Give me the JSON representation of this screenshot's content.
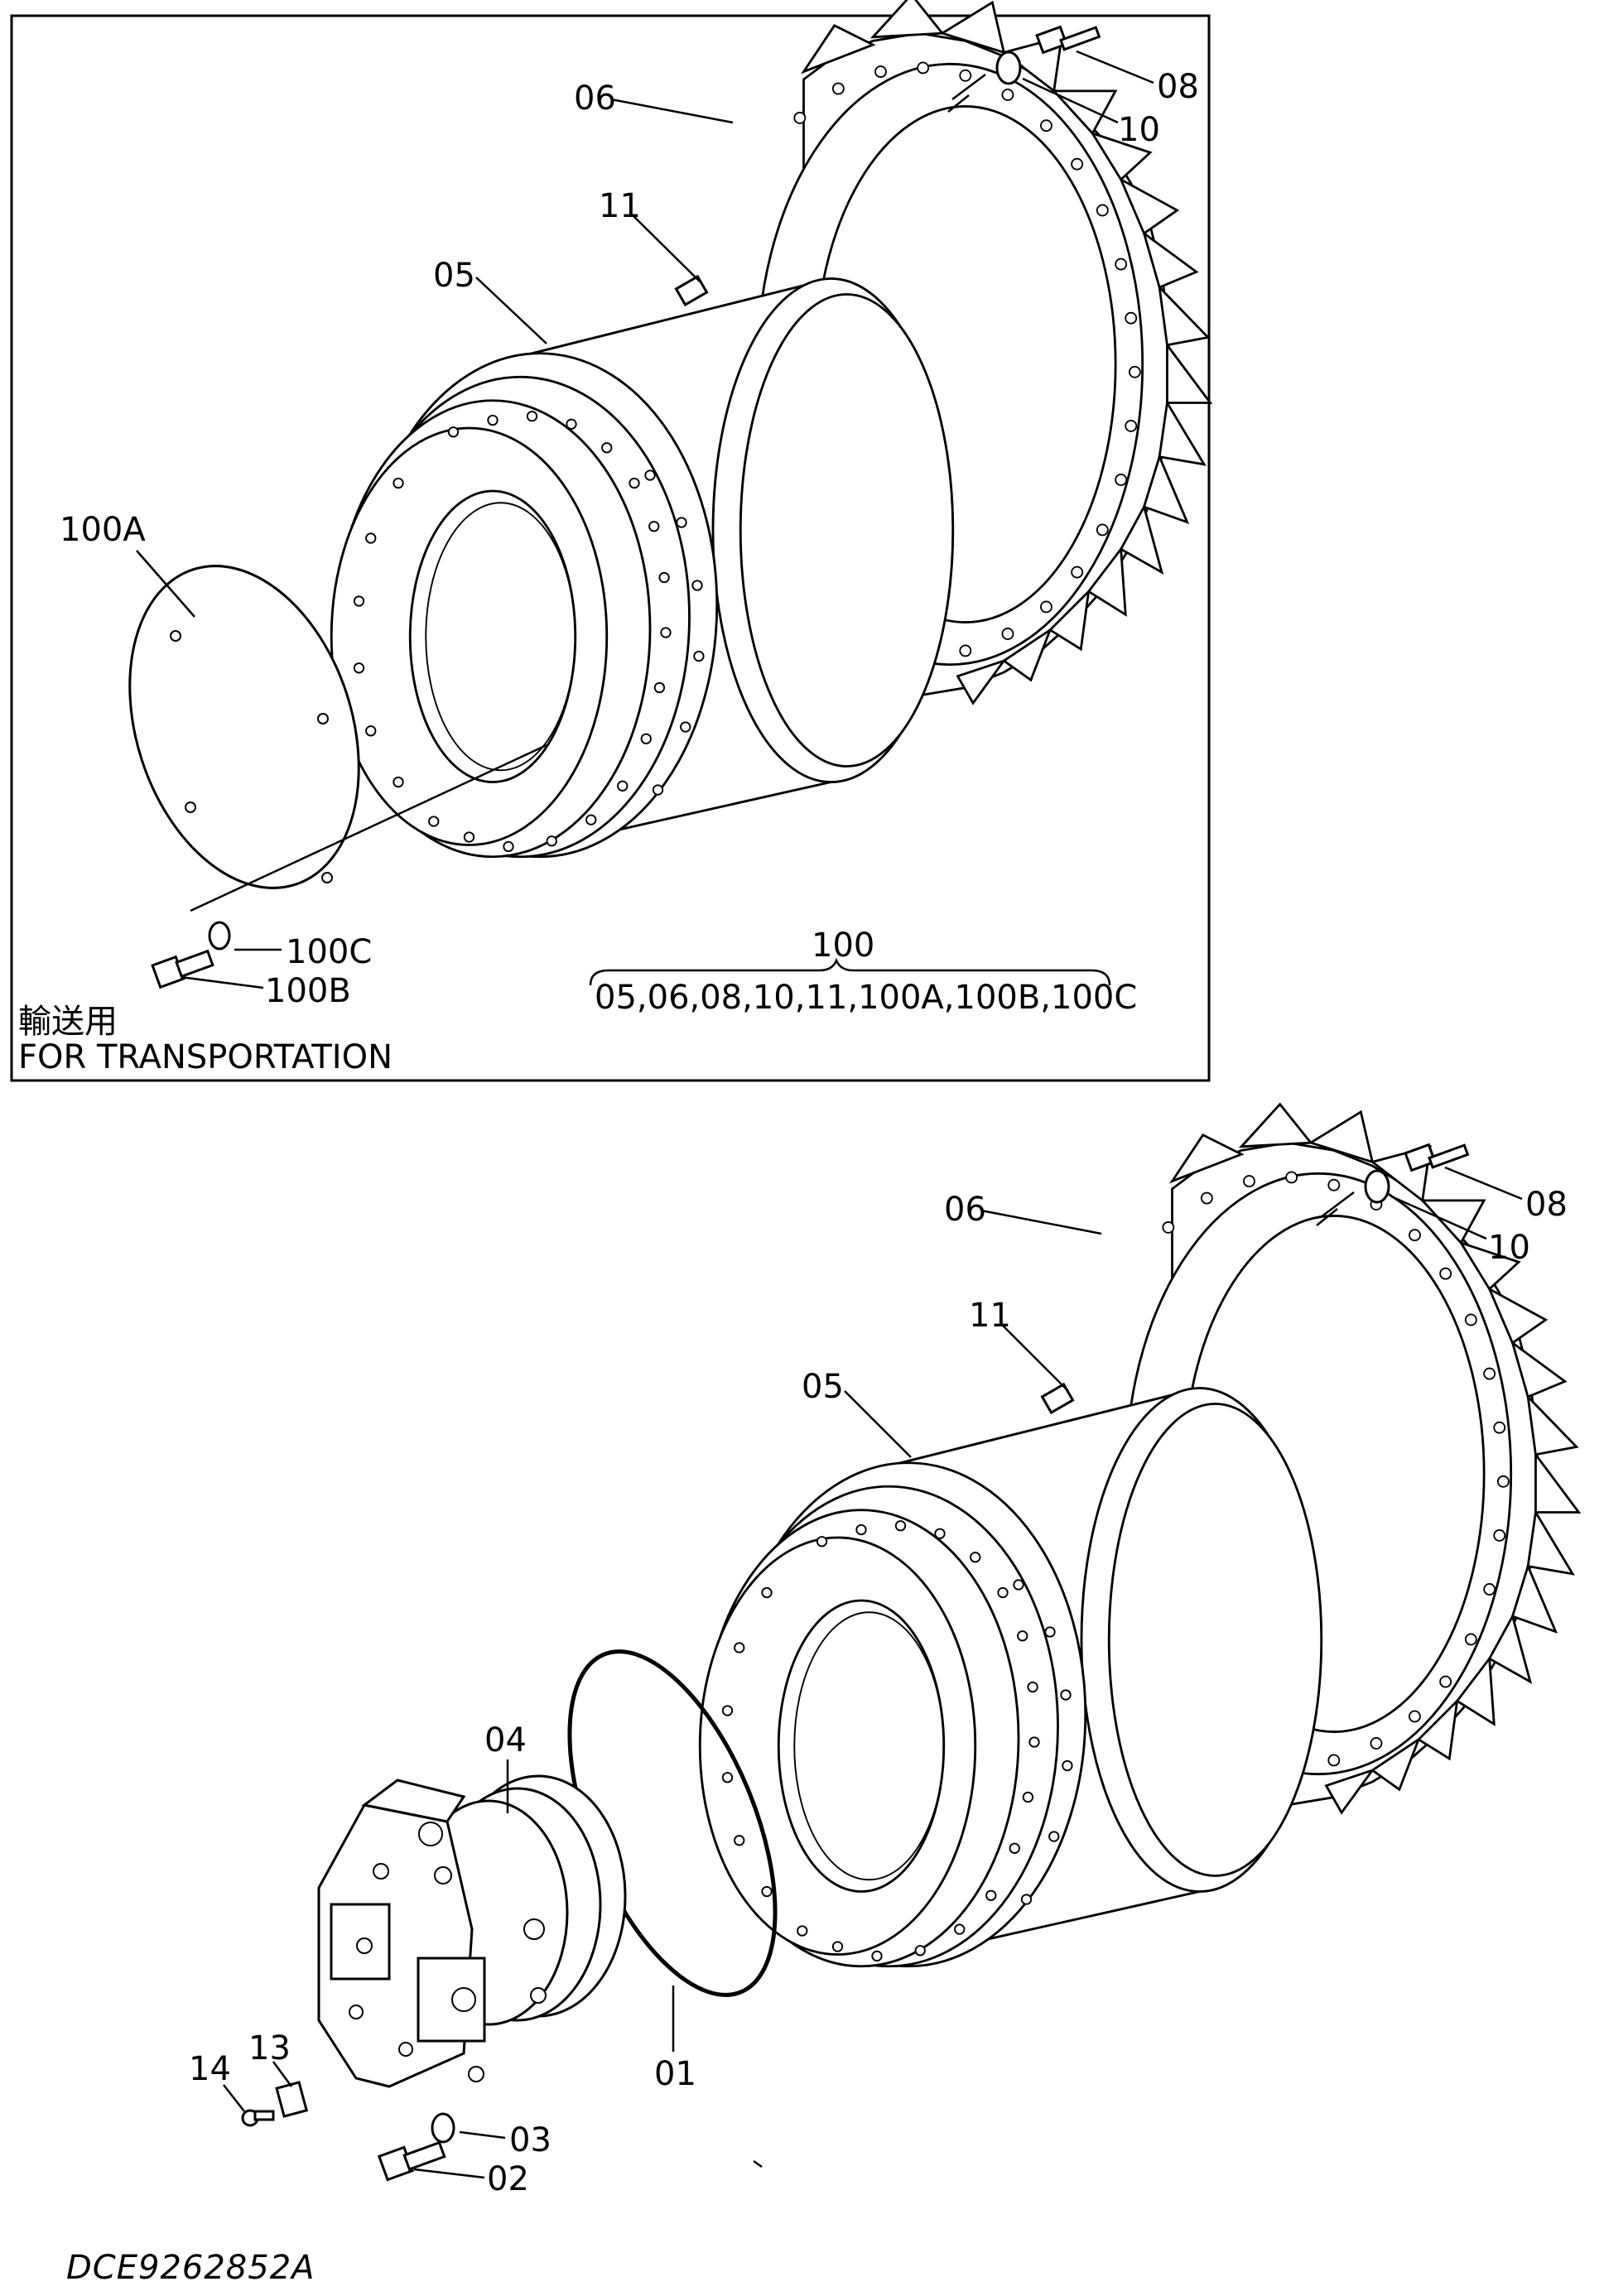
{
  "inset": {
    "note_jp": "輸送用",
    "note_en": "FOR TRANSPORTATION",
    "kit_number": "100",
    "kit_contents": "05,06,08,10,11,100A,100B,100C",
    "labels": {
      "p06": "06",
      "p08": "08",
      "p10": "10",
      "p11": "11",
      "p05": "05",
      "p100A": "100A",
      "p100C": "100C",
      "p100B": "100B"
    }
  },
  "main": {
    "labels": {
      "p06": "06",
      "p08": "08",
      "p10": "10",
      "p11": "11",
      "p05": "05",
      "p04": "04",
      "p01": "01",
      "p13": "13",
      "p14": "14",
      "p03": "03",
      "p02": "02"
    }
  },
  "drawing_code": "DCE9262852A"
}
